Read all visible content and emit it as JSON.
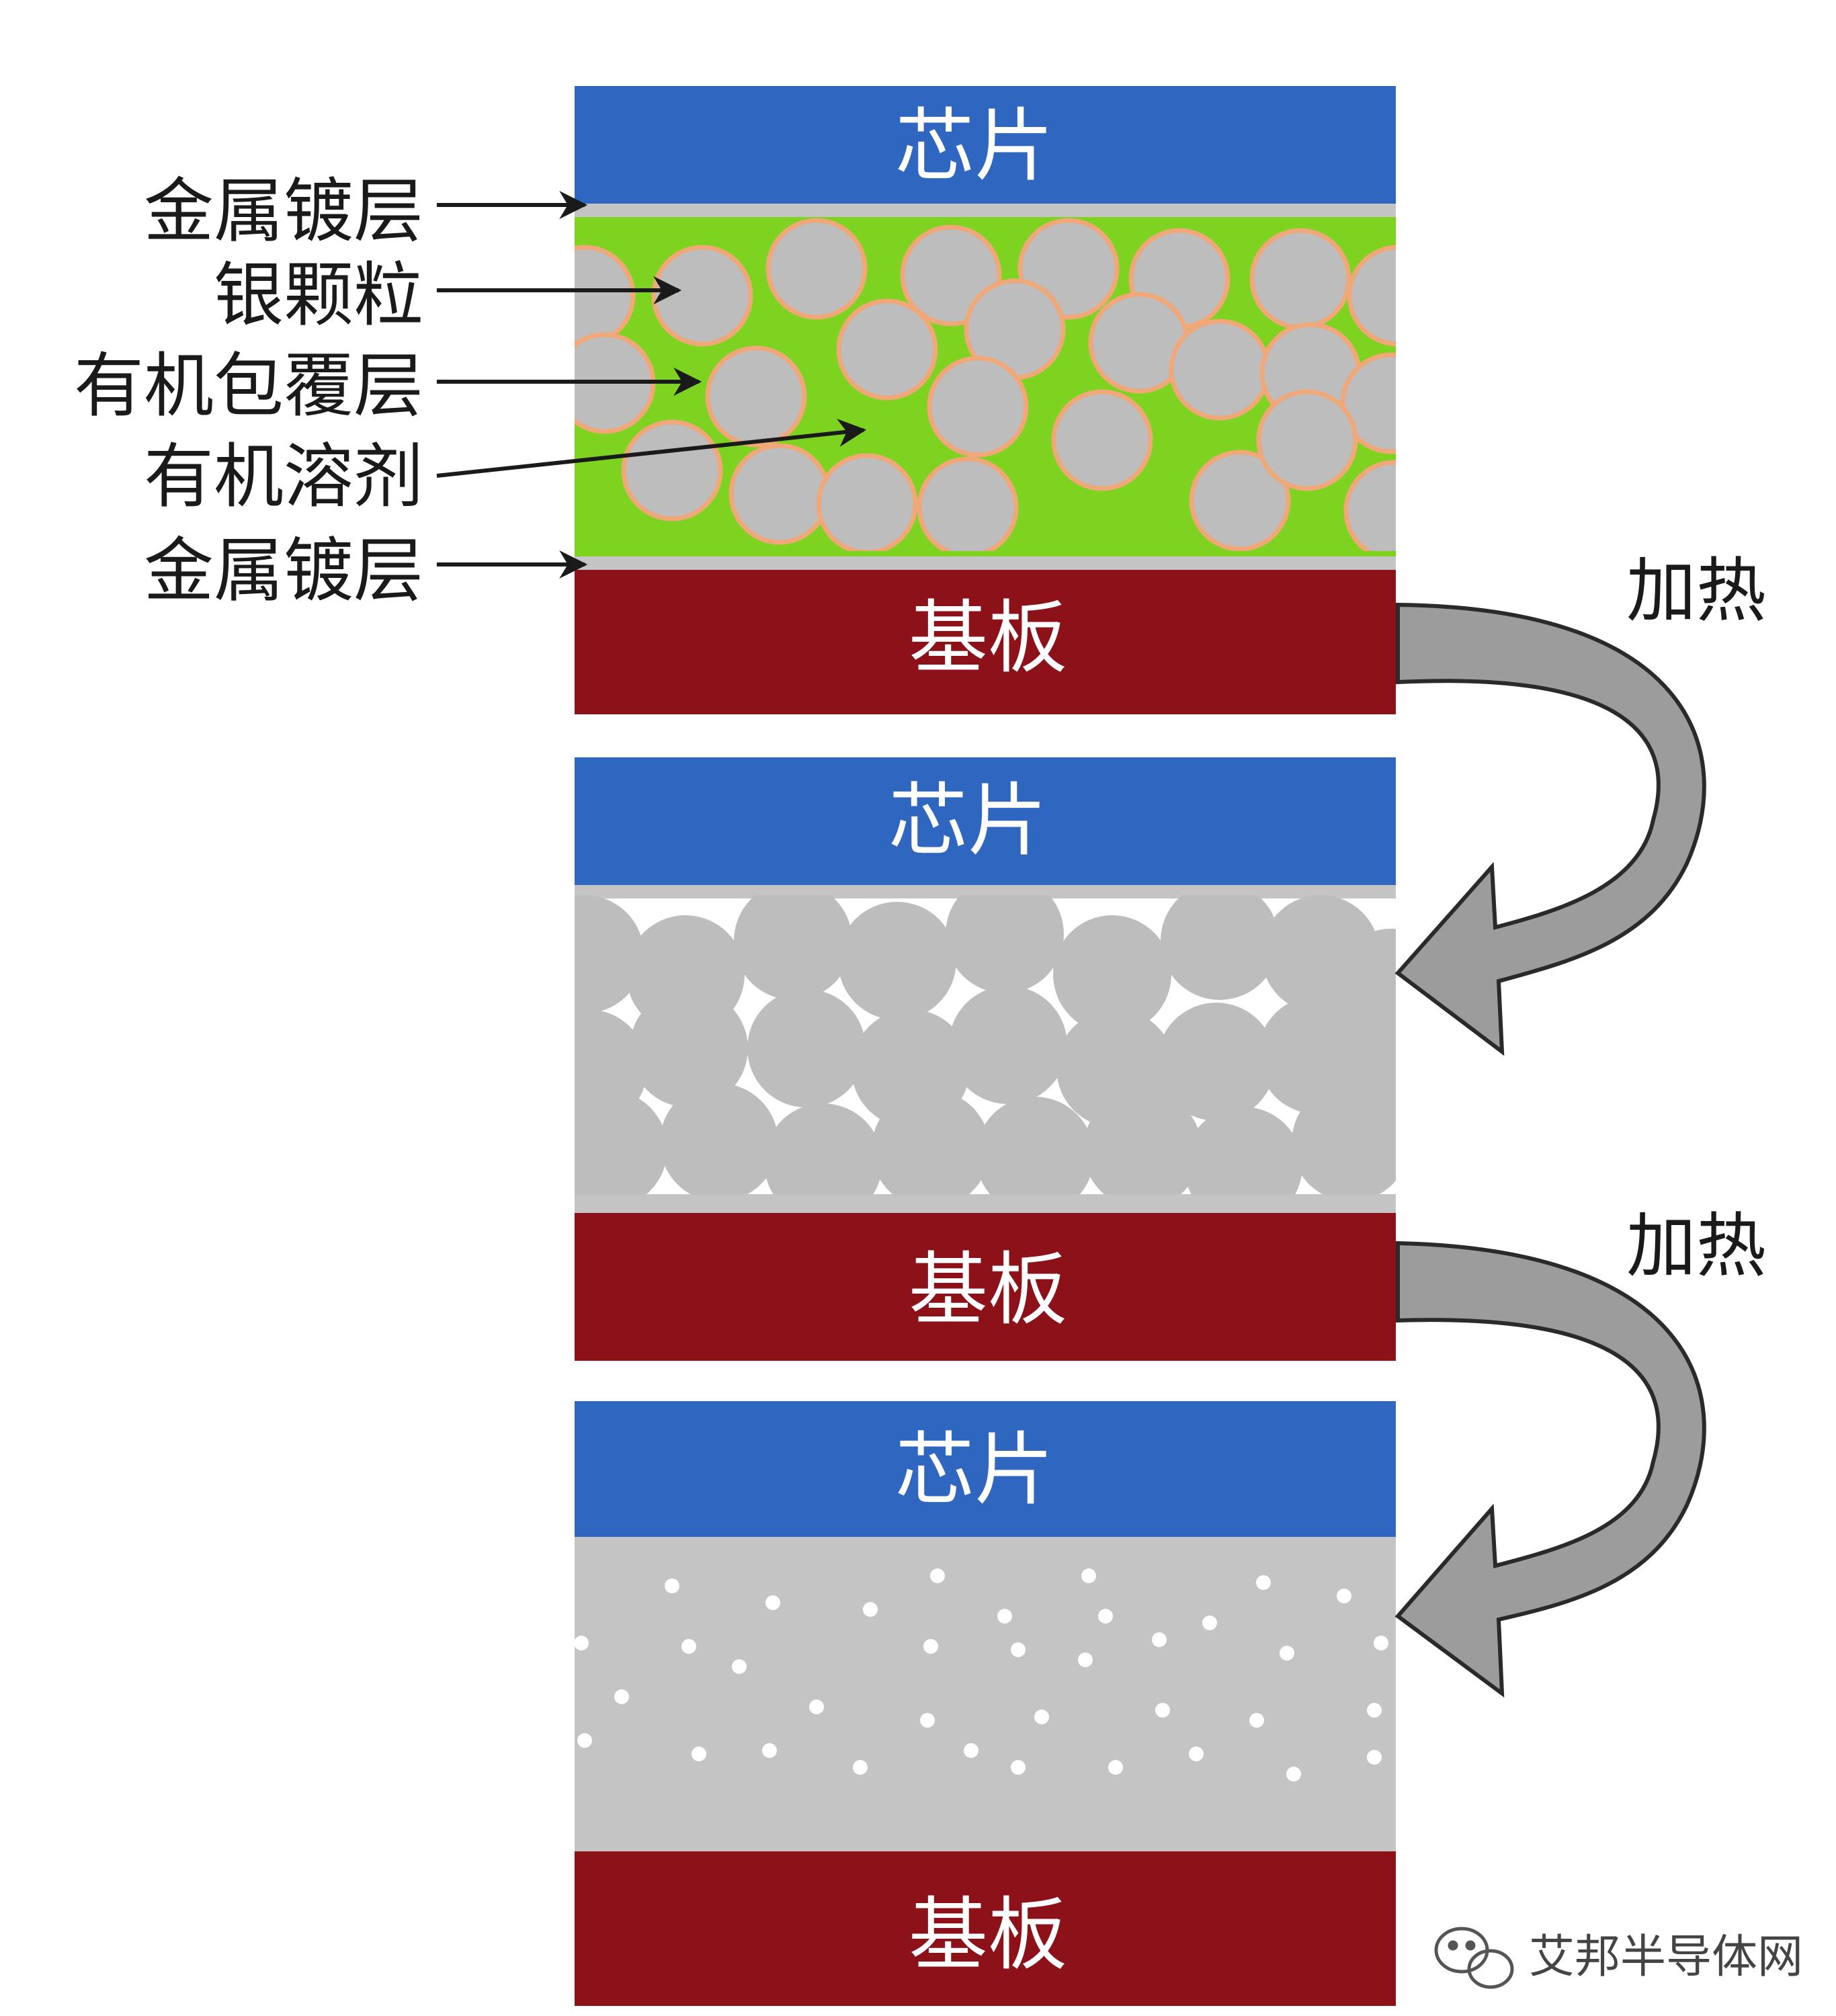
{
  "colors": {
    "chip": "#2f66bf",
    "substrate": "#8c1118",
    "metal_plating": "#c4c4c4",
    "silver": "#bdbdbd",
    "organic_solvent": "#7ed321",
    "organic_coating": "#f0a878",
    "arrow": "#9a9a9a"
  },
  "stage1": {
    "chip_label": "芯片",
    "substrate_label": "基板",
    "callouts": [
      {
        "id": "metal-plating-top",
        "label": "金属镀层"
      },
      {
        "id": "silver-particle",
        "label": "银颗粒"
      },
      {
        "id": "organic-coating",
        "label": "有机包覆层"
      },
      {
        "id": "organic-solvent",
        "label": "有机溶剂"
      },
      {
        "id": "metal-plating-bottom",
        "label": "金属镀层"
      }
    ]
  },
  "stage2": {
    "chip_label": "芯片",
    "substrate_label": "基板"
  },
  "stage3": {
    "chip_label": "芯片",
    "substrate_label": "基板"
  },
  "process": [
    {
      "label": "加热",
      "icon": "curved-arrow-icon"
    },
    {
      "label": "加热",
      "icon": "curved-arrow-icon"
    }
  ],
  "watermark": {
    "text": "艾邦半导体网",
    "icon": "wechat-icon"
  }
}
